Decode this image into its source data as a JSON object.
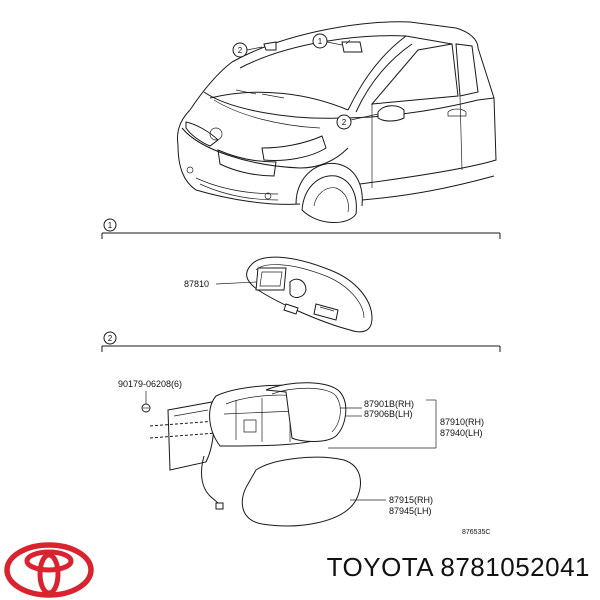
{
  "callouts": {
    "one": "1",
    "two": "2"
  },
  "sections": [
    {
      "num": "1"
    },
    {
      "num": "2"
    }
  ],
  "parts": {
    "mirror_inner": "87810",
    "bolt": "90179-06208(6)",
    "glass_rh": "87901B(RH)",
    "glass_lh": "87906B(LH)",
    "assy_rh": "87910(RH)",
    "assy_lh": "87940(LH)",
    "cover_rh": "87915(RH)",
    "cover_lh": "87945(LH)",
    "ref_code": "876535C"
  },
  "footer": {
    "brand": "TOYOTA",
    "part_number": "8781052041"
  },
  "colors": {
    "logo_red": "#d9232e",
    "ink": "#1a1a1a"
  }
}
